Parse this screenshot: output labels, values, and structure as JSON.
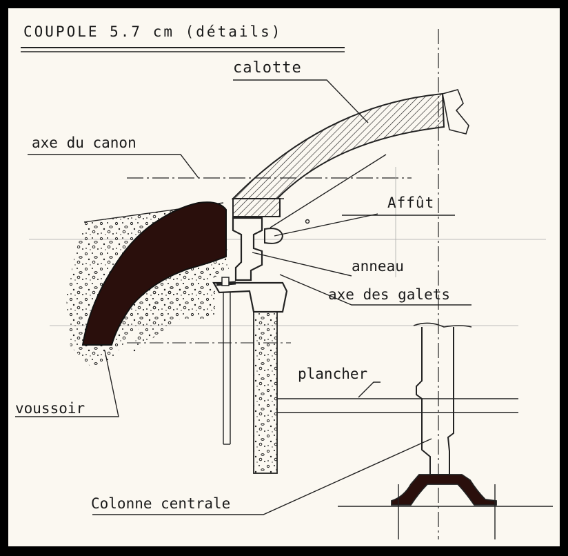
{
  "title": "COUPOLE  5.7 cm (détails)",
  "labels": {
    "calotte": "calotte",
    "axe_canon": "axe du canon",
    "affut": "Affût",
    "anneau": "anneau",
    "axe_galets": "axe des galets",
    "plancher": "plancher",
    "voussoir": "voussoir",
    "colonne": "Colonne centrale"
  },
  "colors": {
    "paper": "#fbf8f1",
    "ink": "#1a1a1a",
    "voussoir_fill": "#2a0f0c",
    "frame": "#000000"
  }
}
